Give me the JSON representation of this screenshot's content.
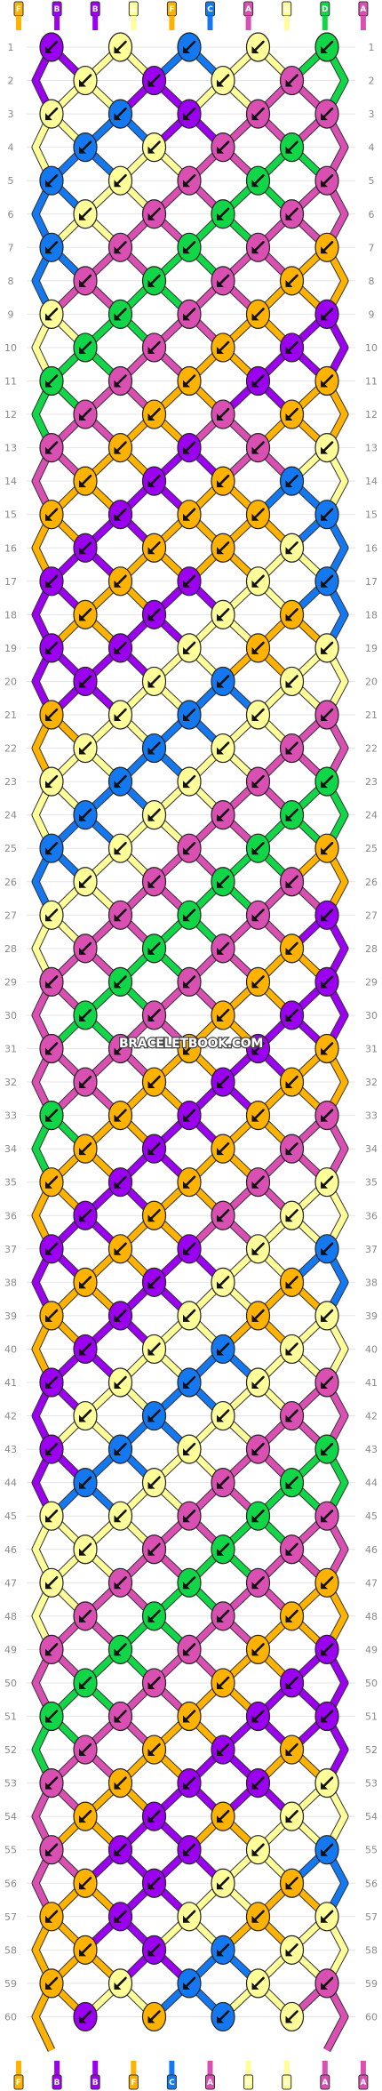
{
  "diagram": {
    "watermark": "BRACELETBOOK.COM",
    "strand_letters_top": [
      "F",
      "B",
      "B",
      "E",
      "F",
      "C",
      "A",
      "E",
      "D",
      "A"
    ],
    "strand_letters_bottom": [
      "F",
      "B",
      "B",
      "F",
      "C",
      "A",
      "E",
      "E",
      "A",
      "A"
    ],
    "row_numbers": [
      "1",
      "2",
      "3",
      "4",
      "5",
      "6",
      "7",
      "8",
      "9",
      "10",
      "11",
      "12",
      "13",
      "14",
      "15",
      "16",
      "17",
      "18",
      "19",
      "20",
      "21",
      "22",
      "23",
      "24",
      "25",
      "26",
      "27",
      "28",
      "29",
      "30",
      "31",
      "32",
      "33",
      "34",
      "35",
      "36",
      "37",
      "38",
      "39",
      "40",
      "41",
      "42",
      "43",
      "44",
      "45",
      "46",
      "47",
      "48",
      "49",
      "50",
      "51",
      "52",
      "53",
      "54",
      "55",
      "56",
      "57",
      "58",
      "59",
      "60"
    ],
    "strand_colors_top": [
      "#ffb300",
      "#9b00f0",
      "#9b00f0",
      "#ffff99",
      "#ffb300",
      "#1479f0",
      "#d94fb2",
      "#ffff99",
      "#11d648",
      "#d94fb2"
    ],
    "palette": {
      "A": "#d94fb2",
      "B": "#9b00f0",
      "C": "#1479f0",
      "D": "#11d648",
      "E": "#ffff99",
      "F": "#ffb300"
    },
    "knot_rows": [
      [
        "B",
        "E",
        "C",
        "E",
        "D"
      ],
      [
        "E",
        "B",
        "E",
        "A"
      ],
      [
        "E",
        "C",
        "B",
        "A",
        "A"
      ],
      [
        "C",
        "E",
        "A",
        "D"
      ],
      [
        "C",
        "E",
        "A",
        "D",
        "A"
      ],
      [
        "E",
        "A",
        "D",
        "A"
      ],
      [
        "C",
        "A",
        "D",
        "A",
        "F"
      ],
      [
        "A",
        "D",
        "A",
        "F"
      ],
      [
        "E",
        "D",
        "A",
        "F",
        "B"
      ],
      [
        "D",
        "A",
        "F",
        "B"
      ],
      [
        "D",
        "A",
        "F",
        "B",
        "F"
      ],
      [
        "A",
        "F",
        "A",
        "F"
      ],
      [
        "A",
        "F",
        "B",
        "A",
        "E"
      ],
      [
        "F",
        "B",
        "F",
        "C"
      ],
      [
        "F",
        "B",
        "F",
        "F",
        "C"
      ],
      [
        "B",
        "F",
        "F",
        "E"
      ],
      [
        "B",
        "F",
        "B",
        "E",
        "C"
      ],
      [
        "F",
        "B",
        "E",
        "F"
      ],
      [
        "B",
        "B",
        "E",
        "F",
        "E"
      ],
      [
        "B",
        "E",
        "C",
        "E"
      ],
      [
        "F",
        "E",
        "C",
        "E",
        "A"
      ],
      [
        "E",
        "C",
        "E",
        "A"
      ],
      [
        "E",
        "C",
        "E",
        "A",
        "D"
      ],
      [
        "C",
        "E",
        "A",
        "D"
      ],
      [
        "C",
        "E",
        "A",
        "D",
        "F"
      ],
      [
        "E",
        "A",
        "D",
        "A"
      ],
      [
        "E",
        "A",
        "D",
        "A",
        "B"
      ],
      [
        "A",
        "D",
        "A",
        "F"
      ],
      [
        "A",
        "D",
        "A",
        "F",
        "B"
      ],
      [
        "D",
        "A",
        "F",
        "B"
      ],
      [
        "A",
        "A",
        "F",
        "B",
        "F"
      ],
      [
        "A",
        "F",
        "B",
        "F"
      ],
      [
        "D",
        "F",
        "B",
        "F",
        "A"
      ],
      [
        "F",
        "B",
        "F",
        "A"
      ],
      [
        "F",
        "B",
        "F",
        "A",
        "E"
      ],
      [
        "B",
        "F",
        "A",
        "E"
      ],
      [
        "B",
        "F",
        "B",
        "E",
        "C"
      ],
      [
        "F",
        "B",
        "E",
        "F"
      ],
      [
        "F",
        "B",
        "E",
        "F",
        "E"
      ],
      [
        "B",
        "E",
        "C",
        "E"
      ],
      [
        "B",
        "E",
        "C",
        "E",
        "A"
      ],
      [
        "E",
        "C",
        "E",
        "A"
      ],
      [
        "B",
        "C",
        "E",
        "A",
        "D"
      ],
      [
        "C",
        "E",
        "A",
        "D"
      ],
      [
        "E",
        "E",
        "A",
        "D",
        "A"
      ],
      [
        "E",
        "A",
        "D",
        "A"
      ],
      [
        "E",
        "A",
        "D",
        "A",
        "F"
      ],
      [
        "A",
        "D",
        "A",
        "F"
      ],
      [
        "A",
        "D",
        "A",
        "F",
        "B"
      ],
      [
        "D",
        "A",
        "F",
        "B"
      ],
      [
        "D",
        "A",
        "F",
        "B",
        "B"
      ],
      [
        "A",
        "F",
        "B",
        "F"
      ],
      [
        "A",
        "F",
        "B",
        "B",
        "E"
      ],
      [
        "F",
        "B",
        "F",
        "E"
      ],
      [
        "A",
        "B",
        "B",
        "E",
        "C"
      ],
      [
        "F",
        "B",
        "E",
        "F"
      ],
      [
        "F",
        "B",
        "E",
        "F",
        "E"
      ],
      [
        "F",
        "B",
        "C",
        "E"
      ],
      [
        "F",
        "E",
        "C",
        "E",
        "A"
      ],
      [
        "B",
        "F",
        "C",
        "E"
      ]
    ]
  }
}
